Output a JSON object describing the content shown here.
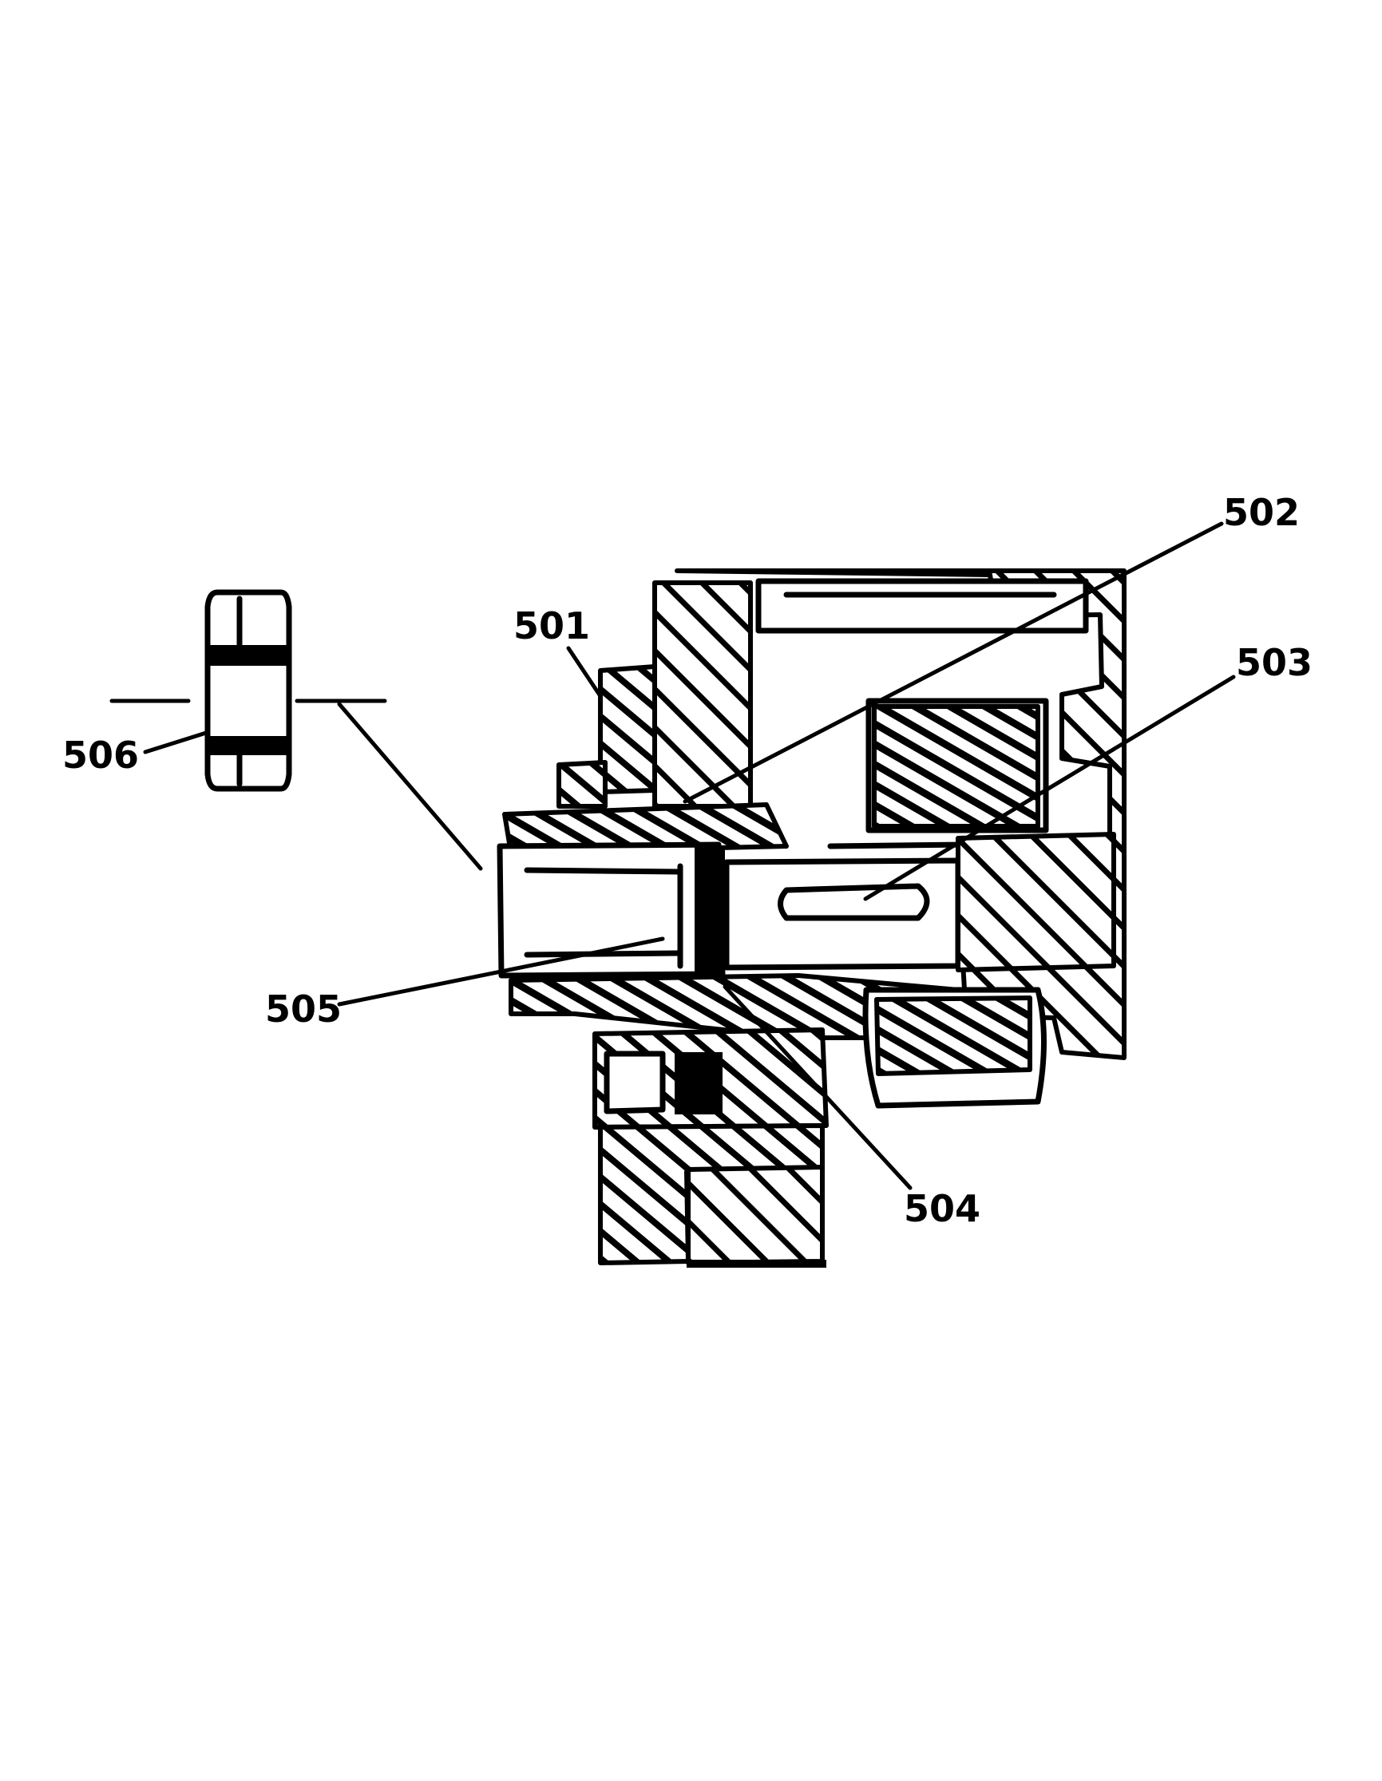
{
  "figure": {
    "reference_labels": {
      "r501": "501",
      "r502": "502",
      "r503": "503",
      "r504": "504",
      "r505": "505",
      "r506": "506"
    }
  }
}
